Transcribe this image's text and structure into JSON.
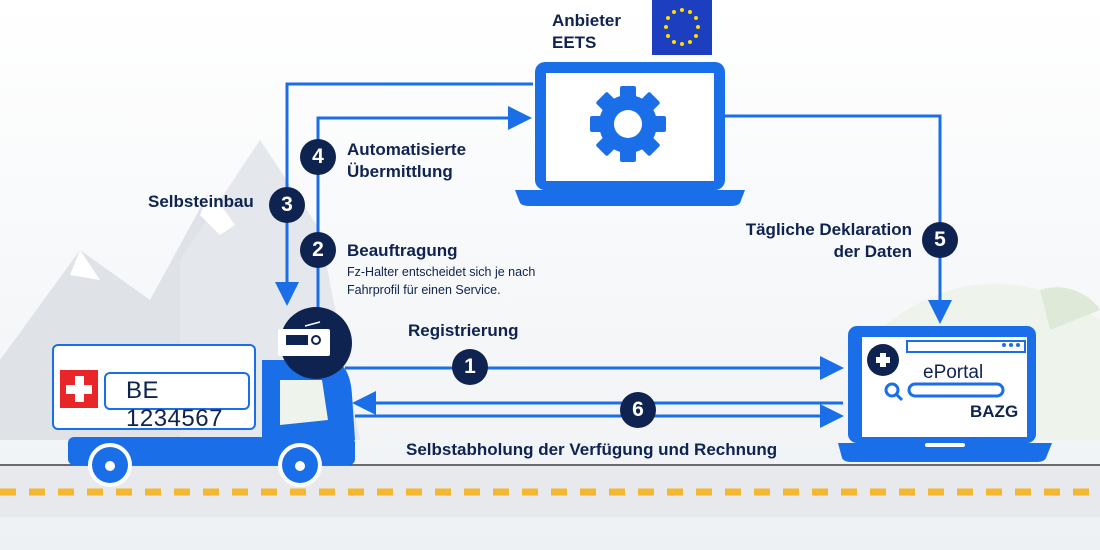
{
  "provider": {
    "label_line1": "Anbieter",
    "label_line2": "EETS",
    "flag_icon": "eu-flag-icon"
  },
  "steps": [
    {
      "number": "1",
      "label": "Registrierung"
    },
    {
      "number": "2",
      "label": "Beauftragung",
      "description_line1": "Fz-Halter entscheidet sich je nach",
      "description_line2": "Fahrprofil für einen Service."
    },
    {
      "number": "3",
      "label": "Selbsteinbau"
    },
    {
      "number": "4",
      "label_line1": "Automatisierte",
      "label_line2": "Übermittlung"
    },
    {
      "number": "5",
      "label_line1": "Tägliche Deklaration",
      "label_line2": "der Daten"
    },
    {
      "number": "6",
      "label": "Selbstabholung der Verfügung und Rechnung"
    }
  ],
  "truck": {
    "license_plate": "BE 1234567"
  },
  "portal": {
    "title": "ePortal",
    "brand": "BAZG"
  },
  "colors": {
    "blue": "#1a6fe8",
    "navy": "#0f2350",
    "road_line": "#f5b731",
    "swiss_red": "#e8262a"
  }
}
